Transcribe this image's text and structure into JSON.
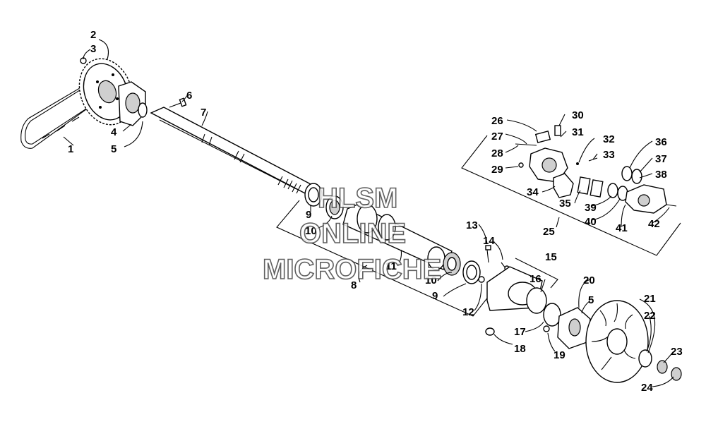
{
  "callouts": [
    "1",
    "2",
    "3",
    "4",
    "5",
    "6",
    "7",
    "8",
    "9",
    "9",
    "10",
    "10",
    "11",
    "12",
    "13",
    "14",
    "15",
    "16",
    "17",
    "18",
    "19",
    "20",
    "5",
    "21",
    "22",
    "23",
    "24",
    "25",
    "26",
    "27",
    "28",
    "29",
    "30",
    "31",
    "32",
    "33",
    "34",
    "35",
    "36",
    "37",
    "38",
    "39",
    "40",
    "41",
    "42"
  ],
  "watermark": {
    "line1": "HLSM",
    "line2": "ONLINE",
    "line3": "MICROFICHE"
  }
}
